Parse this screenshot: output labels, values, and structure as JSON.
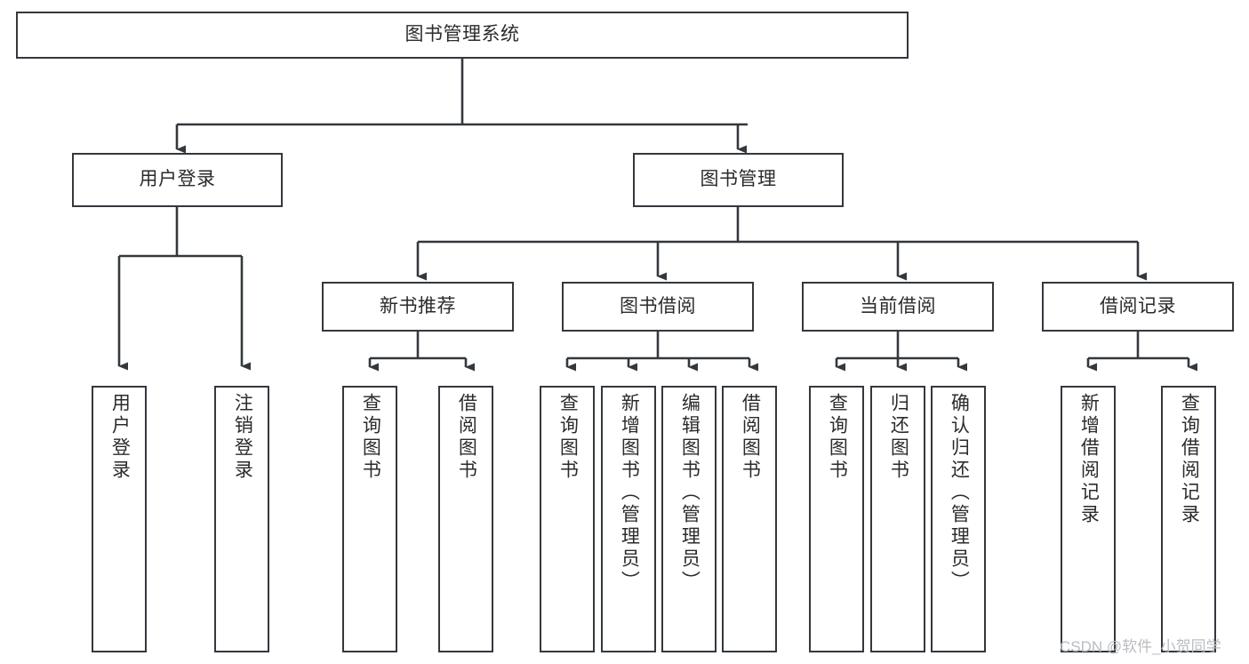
{
  "diagram": {
    "type": "tree-hierarchy-chart",
    "title": "图书管理系统",
    "orientation": "top-down",
    "colors": {
      "box_border": "#33383d",
      "box_fill": "#ffffff",
      "connector": "#33383d",
      "text": "#2b2b2b",
      "watermark": "#b9bcc0",
      "background": "#ffffff"
    },
    "levels": [
      {
        "level": 0,
        "nodes": [
          {
            "id": "root",
            "label": "图书管理系统",
            "orientation": "horizontal"
          }
        ]
      },
      {
        "level": 1,
        "nodes": [
          {
            "id": "login",
            "label": "用户登录",
            "orientation": "horizontal",
            "parent": "root"
          },
          {
            "id": "bookmgmt",
            "label": "图书管理",
            "orientation": "horizontal",
            "parent": "root"
          }
        ]
      },
      {
        "level": 2,
        "nodes": [
          {
            "id": "newbook",
            "label": "新书推荐",
            "orientation": "horizontal",
            "parent": "bookmgmt"
          },
          {
            "id": "borrow",
            "label": "图书借阅",
            "orientation": "horizontal",
            "parent": "bookmgmt"
          },
          {
            "id": "current",
            "label": "当前借阅",
            "orientation": "horizontal",
            "parent": "bookmgmt"
          },
          {
            "id": "records",
            "label": "借阅记录",
            "orientation": "horizontal",
            "parent": "bookmgmt"
          }
        ]
      },
      {
        "level": 3,
        "nodes": [
          {
            "id": "leaf-1",
            "label": "用户登录",
            "orientation": "vertical",
            "parent": "login"
          },
          {
            "id": "leaf-2",
            "label": "注销登录",
            "orientation": "vertical",
            "parent": "login"
          },
          {
            "id": "leaf-3",
            "label": "查询图书",
            "orientation": "vertical",
            "parent": "newbook"
          },
          {
            "id": "leaf-4",
            "label": "借阅图书",
            "orientation": "vertical",
            "parent": "newbook"
          },
          {
            "id": "leaf-5",
            "label": "查询图书",
            "orientation": "vertical",
            "parent": "borrow"
          },
          {
            "id": "leaf-6",
            "label": "新增图书（管理员）",
            "orientation": "vertical",
            "parent": "borrow"
          },
          {
            "id": "leaf-7",
            "label": "编辑图书（管理员）",
            "orientation": "vertical",
            "parent": "borrow"
          },
          {
            "id": "leaf-8",
            "label": "借阅图书",
            "orientation": "vertical",
            "parent": "borrow"
          },
          {
            "id": "leaf-9",
            "label": "查询图书",
            "orientation": "vertical",
            "parent": "current"
          },
          {
            "id": "leaf-10",
            "label": "归还图书",
            "orientation": "vertical",
            "parent": "current"
          },
          {
            "id": "leaf-11",
            "label": "确认归还（管理员）",
            "orientation": "vertical",
            "parent": "current"
          },
          {
            "id": "leaf-12",
            "label": "新增借阅记录",
            "orientation": "vertical",
            "parent": "records"
          },
          {
            "id": "leaf-13",
            "label": "查询借阅记录",
            "orientation": "vertical",
            "parent": "records"
          }
        ]
      }
    ]
  },
  "watermark": {
    "text": "CSDN @软件_小贺同学"
  }
}
